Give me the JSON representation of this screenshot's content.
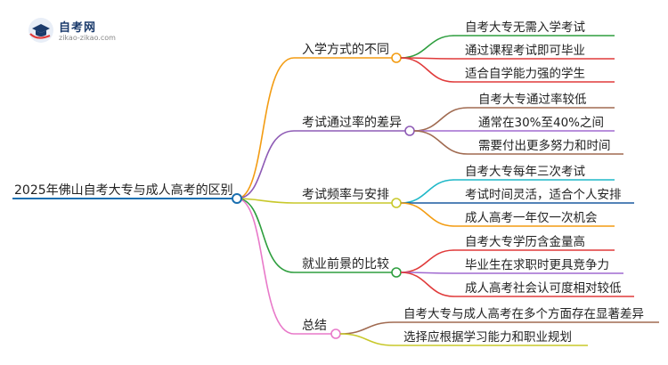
{
  "logo": {
    "title": "自考网",
    "url": "zikao-zikao.com"
  },
  "colors": {
    "root_line": "#1a6fb0",
    "root_node": "#1a6fb0",
    "b1": "#f39c12",
    "b2": "#8e5bb5",
    "b3": "#c8c82a",
    "b4": "#2e9e3e",
    "b5": "#e879c9",
    "red": "#e03a3a",
    "brown": "#a06a50",
    "teal": "#1fb8c8",
    "navy": "#1a5aa0",
    "orange": "#f39c12",
    "green": "#2e9e3e",
    "purple": "#a06ad0",
    "yellow": "#c8c82a"
  },
  "root": {
    "label": "2025年佛山自考大专与成人高考的区别"
  },
  "branches": [
    {
      "label": "入学方式的不同",
      "children": [
        "自考大专无需入学考试",
        "通过课程考试即可毕业",
        "适合自学能力强的学生"
      ]
    },
    {
      "label": "考试通过率的差异",
      "children": [
        "自考大专通过率较低",
        "通常在30%至40%之间",
        "需要付出更多努力和时间"
      ]
    },
    {
      "label": "考试频率与安排",
      "children": [
        "自考大专每年三次考试",
        "考试时间灵活，适合个人安排",
        "成人高考一年仅一次机会"
      ]
    },
    {
      "label": "就业前景的比较",
      "children": [
        "自考大专学历含金量高",
        "毕业生在求职时更具竞争力",
        "成人高考社会认可度相对较低"
      ]
    },
    {
      "label": "总结",
      "children": [
        "自考大专与成人高考在多个方面存在显著差异",
        "选择应根据学习能力和职业规划"
      ]
    }
  ]
}
